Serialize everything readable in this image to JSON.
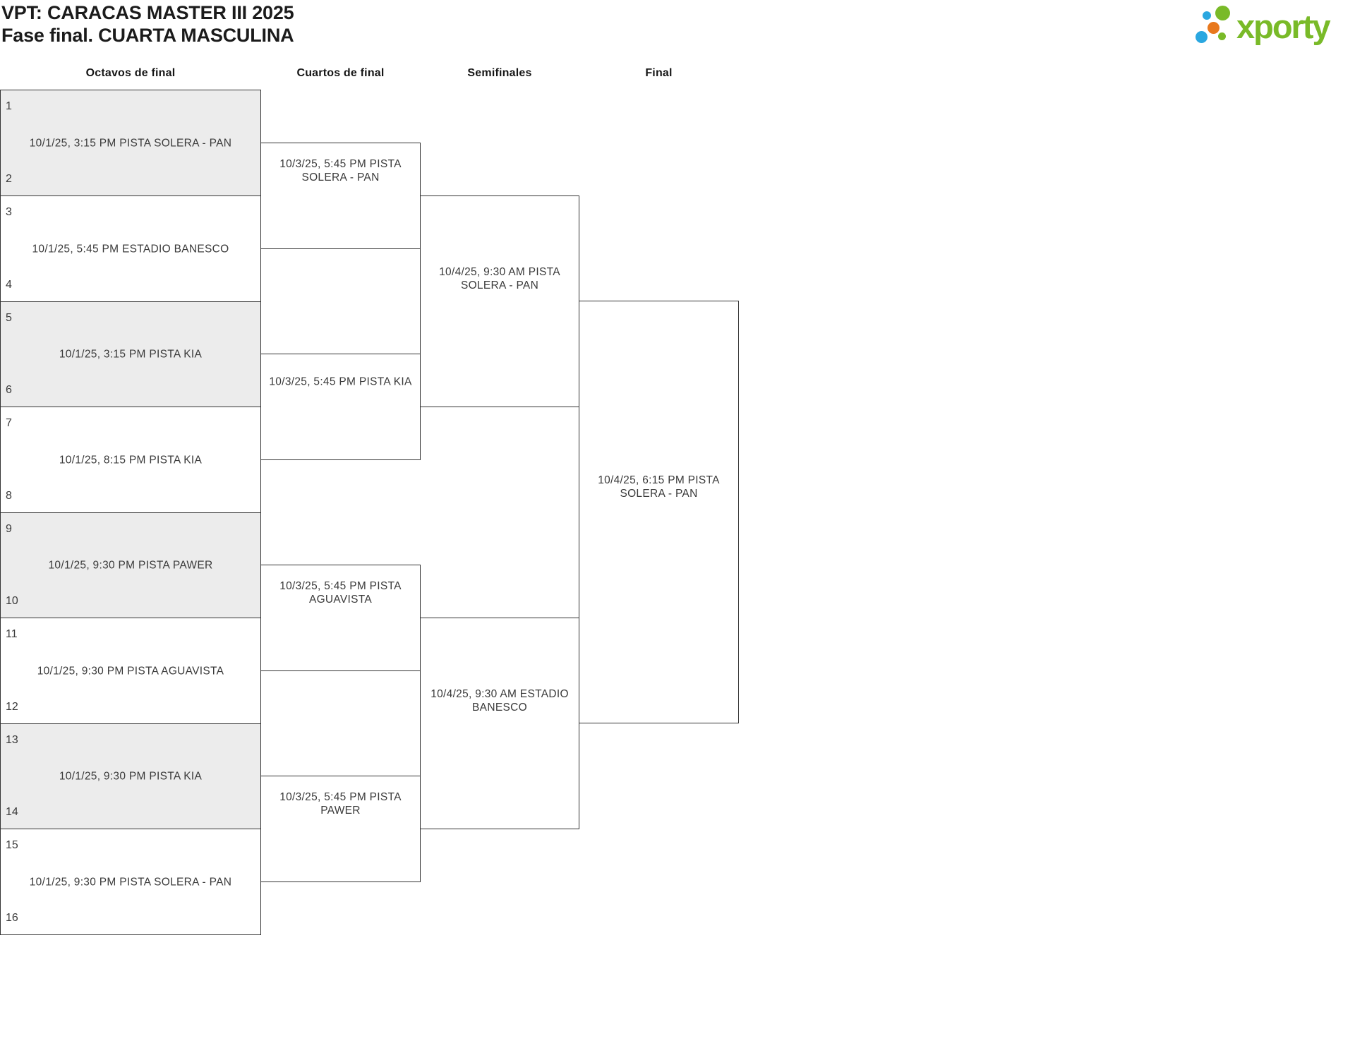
{
  "header": {
    "title": "VPT: CARACAS MASTER III 2025",
    "subtitle": "Fase final. CUARTA MASCULINA"
  },
  "logo": {
    "text": "xporty"
  },
  "colors": {
    "brand_green": "#79ba28",
    "brand_blue": "#2aa7e0",
    "brand_orange": "#e8781e",
    "line": "#333333",
    "shaded_match": "#ececec",
    "text": "#3a3a3a"
  },
  "rounds": [
    {
      "name": "Octavos de final",
      "matches": [
        {
          "seed_top": "1",
          "seed_bottom": "2",
          "label": "10/1/25, 3:15 PM PISTA SOLERA - PAN"
        },
        {
          "seed_top": "3",
          "seed_bottom": "4",
          "label": "10/1/25, 5:45 PM ESTADIO BANESCO"
        },
        {
          "seed_top": "5",
          "seed_bottom": "6",
          "label": "10/1/25, 3:15 PM PISTA KIA"
        },
        {
          "seed_top": "7",
          "seed_bottom": "8",
          "label": "10/1/25, 8:15 PM PISTA KIA"
        },
        {
          "seed_top": "9",
          "seed_bottom": "10",
          "label": "10/1/25, 9:30 PM PISTA PAWER"
        },
        {
          "seed_top": "11",
          "seed_bottom": "12",
          "label": "10/1/25, 9:30 PM PISTA AGUAVISTA"
        },
        {
          "seed_top": "13",
          "seed_bottom": "14",
          "label": "10/1/25, 9:30 PM PISTA KIA"
        },
        {
          "seed_top": "15",
          "seed_bottom": "16",
          "label": "10/1/25, 9:30 PM PISTA SOLERA - PAN"
        }
      ]
    },
    {
      "name": "Cuartos de final",
      "matches": [
        {
          "line1": "10/3/25, 5:45 PM PISTA",
          "line2": "SOLERA - PAN"
        },
        {
          "line1": "10/3/25, 5:45 PM PISTA KIA",
          "line2": ""
        },
        {
          "line1": "10/3/25, 5:45 PM PISTA",
          "line2": "AGUAVISTA"
        },
        {
          "line1": "10/3/25, 5:45 PM PISTA",
          "line2": "PAWER"
        }
      ]
    },
    {
      "name": "Semifinales",
      "matches": [
        {
          "line1": "10/4/25, 9:30 AM PISTA",
          "line2": "SOLERA - PAN"
        },
        {
          "line1": "10/4/25, 9:30 AM ESTADIO",
          "line2": "BANESCO"
        }
      ]
    },
    {
      "name": "Final",
      "matches": [
        {
          "line1": "10/4/25, 6:15 PM PISTA",
          "line2": "SOLERA - PAN"
        }
      ]
    }
  ]
}
